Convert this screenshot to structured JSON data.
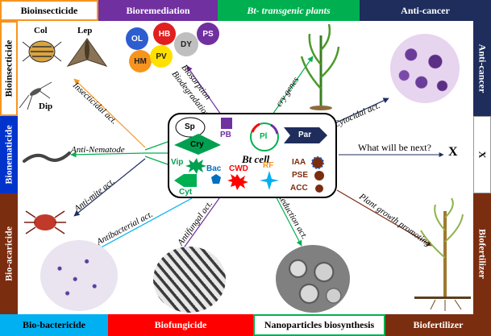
{
  "headers": {
    "top": [
      "Bioinsecticide",
      "Bioremediation",
      "Bt- transgenic plants",
      "Anti-cancer"
    ],
    "bottom": [
      "Bio-bactericide",
      "Biofungicide",
      "Nanoparticles biosynthesis",
      "Biofertilizer"
    ],
    "left": [
      "Bioinsecticide",
      "Bionematicide",
      "Bio-acaricide"
    ],
    "right": [
      "Anti-cancer",
      "X",
      "Biofertilizer"
    ]
  },
  "insects": {
    "col": "Col",
    "lep": "Lep",
    "dip": "Dip"
  },
  "pollutants": [
    "OL",
    "HB",
    "DY",
    "PS",
    "HM",
    "PV"
  ],
  "activities": {
    "insecticidal": "Insecticidal act.",
    "nematode": "Anti-Nematode",
    "mite": "Anti-mite act.",
    "bacterial": "Antibacterial act.",
    "fungal": "Antifungal act.",
    "reduction": "Reduction act.",
    "plant": "Plant growth promoting",
    "cytocidal": "Cytocidal act.",
    "cry": "cry genes",
    "biosorption": "Biosorption",
    "biodegradation": "Biodegradation",
    "next": "What will be next?",
    "x": "X"
  },
  "cell": {
    "title": "Bt cell",
    "sp": "Sp",
    "pb": "PB",
    "pl": "Pl",
    "par": "Par",
    "cry": "Cry",
    "vip": "Vip",
    "cyt": "Cyt",
    "bac": "Bac",
    "cwd": "CWD",
    "rf": "RF",
    "iaa": "IAA",
    "pse": "PSE",
    "acc": "ACC"
  },
  "colors": {
    "bioinsecticide": "#f7941d",
    "bioremediation": "#7030a0",
    "transgenic": "#00b050",
    "anticancer": "#1f2d5c",
    "bionematicide": "#0033cc",
    "acaricide": "#7b2d10",
    "biofertilizer": "#7b2d10",
    "bactericide": "#00b0f0",
    "biofungicide": "#ff0000",
    "nano": "#00b050"
  }
}
